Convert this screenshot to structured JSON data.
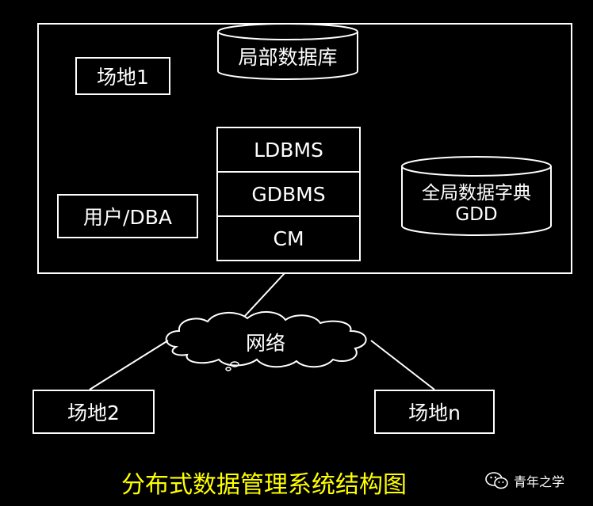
{
  "diagram": {
    "site1_label": "场地1",
    "local_db": "局部数据库",
    "ldbms": "LDBMS",
    "gdbms": "GDBMS",
    "cm": "CM",
    "user_dba": "用户/DBA",
    "global_dict_line1": "全局数据字典",
    "global_dict_line2": "GDD",
    "network": "网络",
    "site2": "场地2",
    "siten": "场地n",
    "caption": "分布式数据管理系统结构图"
  },
  "watermark": {
    "icon": "wechat-icon",
    "text": "青年之学"
  },
  "colors": {
    "background": "#000000",
    "stroke": "#ffffff",
    "caption": "#ffff00"
  }
}
